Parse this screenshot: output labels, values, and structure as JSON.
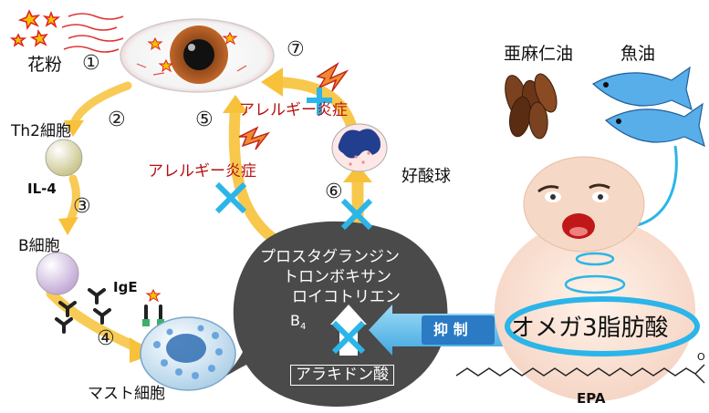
{
  "labels": {
    "pollen": "花粉",
    "th2": "Th2細胞",
    "il4": "IL-4",
    "bcell": "B細胞",
    "ige": "IgE",
    "mast": "マスト細胞",
    "eosinophil": "好酸球",
    "linseed_oil": "亜麻仁油",
    "fish_oil": "魚油",
    "allergy_a": "アレルギー炎症",
    "allergy_b": "アレルギー炎症",
    "prostaglandin": "プロスタグランジン",
    "thromboxane": "トロンボキサン",
    "leukotriene": "ロイコトリエン",
    "b4": "B",
    "b4_sub": "4",
    "arachidonic": "アラキドン酸",
    "inhibit": "抑 制",
    "omega3": "オメガ3脂肪酸",
    "epa": "EPA",
    "epa_o": "O"
  },
  "steps": [
    "①",
    "②",
    "③",
    "④",
    "⑤",
    "⑥",
    "⑦"
  ],
  "colors": {
    "arrow": "#f7c23a",
    "cross": "#2bb5e8",
    "dark_bubble": "#4a4a4a",
    "allergy_text": "#b41010"
  }
}
